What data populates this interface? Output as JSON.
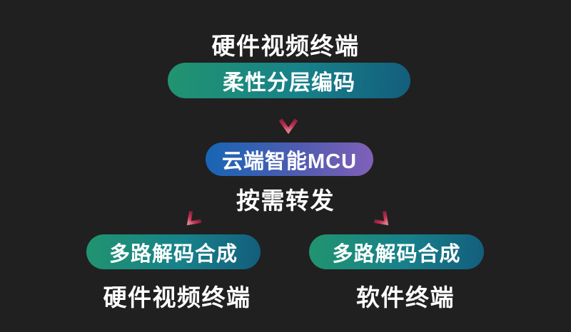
{
  "colors": {
    "bg": "#202021",
    "text": "#ffffff",
    "teal_start": "#21946f",
    "teal_mid": "#17818a",
    "teal_end": "#135d7c",
    "mcu_start": "#1765b5",
    "mcu_mid": "#4f5cb0",
    "mcu_end": "#8160b8",
    "arrow_start": "#8a1e3b",
    "arrow_mid": "#c43358",
    "arrow_end": "#db7e8a"
  },
  "diagram": {
    "source_label": "硬件视频终端",
    "encode_pill_label": "柔性分层编码",
    "mcu_pill_label": "云端智能MCU",
    "forward_label": "按需转发",
    "left_decode_pill_label": "多路解码合成",
    "right_decode_pill_label": "多路解码合成",
    "left_terminal_label": "硬件视频终端",
    "right_terminal_label": "软件终端"
  },
  "icons": {
    "down": "arrow-down-icon",
    "down_left": "arrow-down-left-icon",
    "down_right": "arrow-down-right-icon"
  }
}
